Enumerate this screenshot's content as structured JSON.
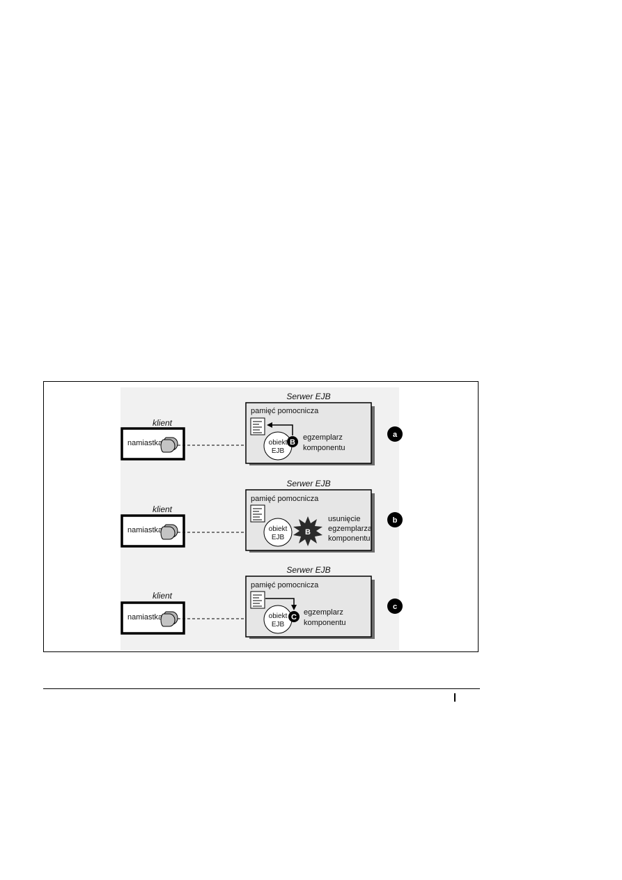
{
  "panels": [
    {
      "id": "a",
      "client_label": "klient",
      "stub_label": "namiastka",
      "server_title": "Serwer EJB",
      "cache_label": "pamięć pomocnicza",
      "ejb_object_line1": "obiekt",
      "ejb_object_line2": "EJB",
      "instance_letter": "B",
      "instance_lines": [
        "egzemplarz",
        "komponentu"
      ],
      "marker": "a"
    },
    {
      "id": "b",
      "client_label": "klient",
      "stub_label": "namiastka",
      "server_title": "Serwer EJB",
      "cache_label": "pamięć pomocnicza",
      "ejb_object_line1": "obiekt",
      "ejb_object_line2": "EJB",
      "instance_letter": "B",
      "instance_lines": [
        "usunięcie",
        "egzemplarza",
        "komponentu"
      ],
      "marker": "b"
    },
    {
      "id": "c",
      "client_label": "klient",
      "stub_label": "namiastka",
      "server_title": "Serwer EJB",
      "cache_label": "pamięć pomocnicza",
      "ejb_object_line1": "obiekt",
      "ejb_object_line2": "EJB",
      "instance_letter": "C",
      "instance_lines": [
        "egzemplarz",
        "komponentu"
      ],
      "marker": "c"
    }
  ]
}
